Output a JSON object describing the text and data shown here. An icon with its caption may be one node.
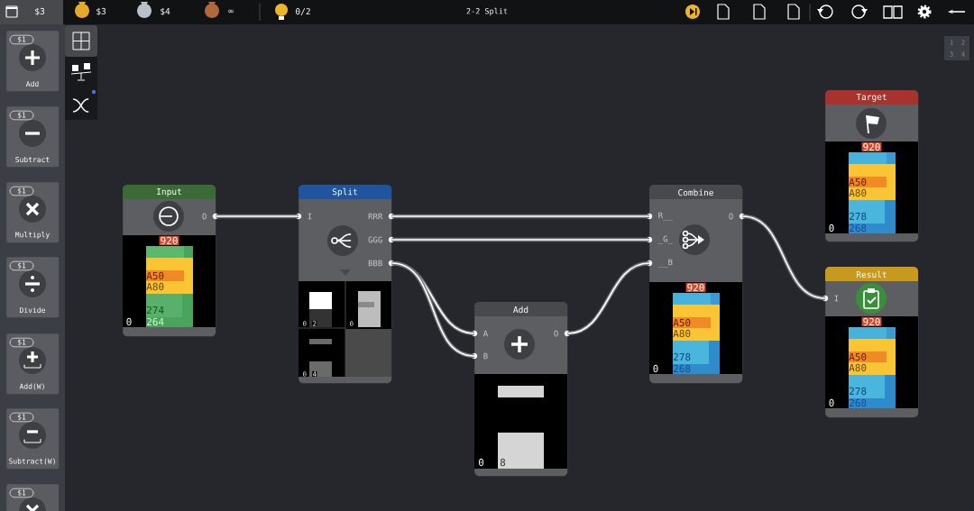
{
  "diagram": {
    "title": "2-2 Split",
    "nodes": [
      {
        "text": [
          "$1",
          "Add"
        ]
      },
      {
        "text": [
          "$1",
          "Subtract"
        ]
      },
      {
        "text": [
          "$1",
          "Multiply"
        ]
      },
      {
        "text": [
          "$1",
          "Divide"
        ]
      },
      {
        "text": [
          "$1",
          "Add(W)"
        ]
      },
      {
        "text": [
          "$1",
          "Subtract(W)"
        ]
      },
      {
        "text": [
          "$1"
        ]
      },
      {
        "text": [
          "Input",
          "O",
          "920",
          "A50",
          "A80",
          "274",
          "264",
          "0"
        ]
      },
      {
        "text": [
          "Split",
          "I",
          "RRR",
          "GGG",
          "BBB",
          "0",
          "2",
          "0",
          "0",
          "4"
        ]
      },
      {
        "text": [
          "Add",
          "A",
          "B",
          "O",
          "0",
          "8"
        ]
      },
      {
        "text": [
          "Combine",
          "R__",
          "_G_",
          "__B",
          "O",
          "920",
          "A50",
          "A80",
          "278",
          "268",
          "0"
        ]
      },
      {
        "text": [
          "Target",
          "920",
          "A50",
          "A80",
          "278",
          "268",
          "0"
        ]
      },
      {
        "text": [
          "Result",
          "I",
          "920",
          "A50",
          "A80",
          "278",
          "268",
          "0"
        ]
      }
    ],
    "edges": [
      {
        "from": 7,
        "to": 8,
        "arrow": "none"
      },
      {
        "from": 8,
        "to": 10,
        "arrow": "none"
      },
      {
        "from": 8,
        "to": 10,
        "arrow": "none"
      },
      {
        "from": 8,
        "to": 9,
        "arrow": "none"
      },
      {
        "from": 8,
        "to": 9,
        "arrow": "none"
      },
      {
        "from": 9,
        "to": 10,
        "arrow": "none"
      },
      {
        "from": 10,
        "to": 12,
        "arrow": "none"
      }
    ],
    "labels": [
      "$3",
      "$3",
      "$4",
      "∞",
      "0/2",
      "1",
      "2",
      "3",
      "4"
    ]
  }
}
